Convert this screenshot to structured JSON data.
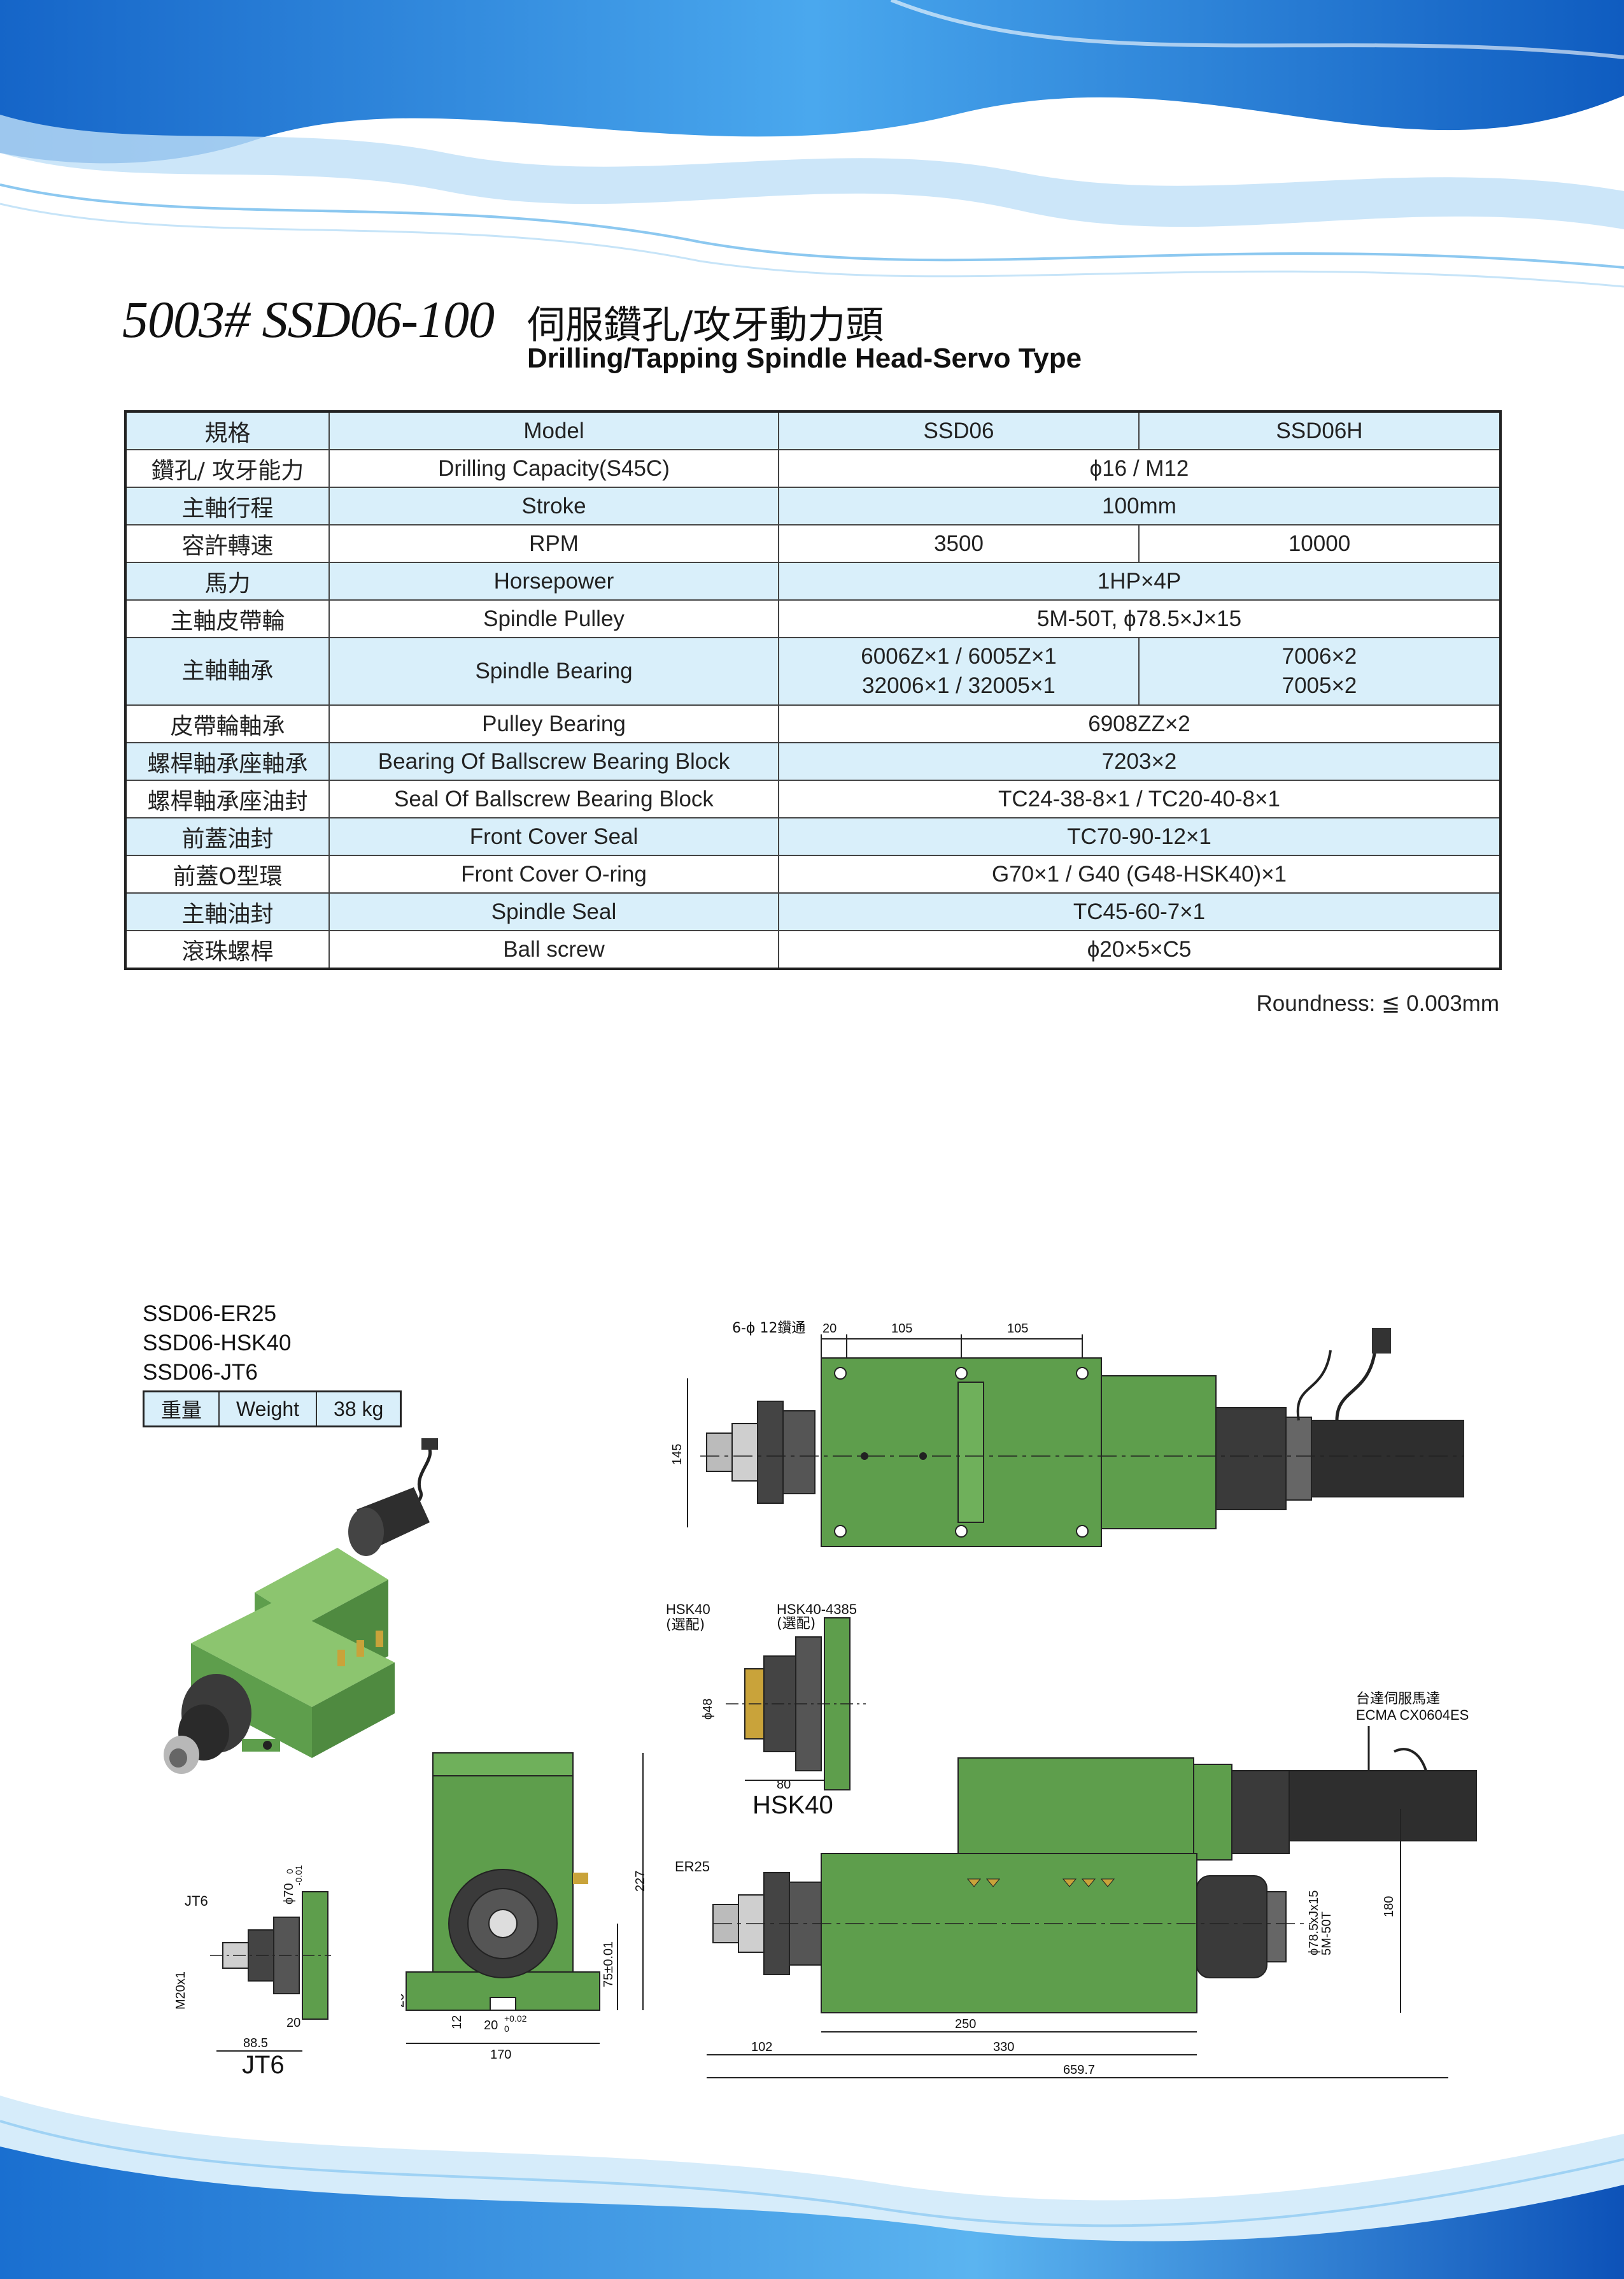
{
  "header": {
    "model_no": "5003# SSD06-100",
    "title_zh": "伺服鑽孔/攻牙動力頭",
    "title_en": "Drilling/Tapping Spindle Head-Servo Type"
  },
  "spec_table": {
    "header": {
      "zh": "規格",
      "en": "Model",
      "col1": "SSD06",
      "col2": "SSD06H"
    },
    "rows": [
      {
        "zh": "鑽孔/ 攻牙能力",
        "en": "Drilling Capacity(S45C)",
        "value": "ϕ16 / M12"
      },
      {
        "zh": "主軸行程",
        "en": "Stroke",
        "value": "100mm"
      },
      {
        "zh": "容許轉速",
        "en": "RPM",
        "v1": "3500",
        "v2": "10000"
      },
      {
        "zh": "馬力",
        "en": "Horsepower",
        "value": "1HP×4P"
      },
      {
        "zh": "主軸皮帶輪",
        "en": "Spindle Pulley",
        "value": "5M-50T,  ϕ78.5×J×15"
      },
      {
        "zh": "主軸軸承",
        "en": "Spindle Bearing",
        "v1a": "6006Z×1 / 6005Z×1",
        "v1b": "32006×1 / 32005×1",
        "v2a": "7006×2",
        "v2b": "7005×2"
      },
      {
        "zh": "皮帶輪軸承",
        "en": "Pulley Bearing",
        "value": "6908ZZ×2"
      },
      {
        "zh": "螺桿軸承座軸承",
        "en": "Bearing Of Ballscrew Bearing Block",
        "value": "7203×2"
      },
      {
        "zh": "螺桿軸承座油封",
        "en": "Seal Of Ballscrew Bearing Block",
        "value": "TC24-38-8×1 / TC20-40-8×1"
      },
      {
        "zh": "前蓋油封",
        "en": "Front Cover Seal",
        "value": "TC70-90-12×1"
      },
      {
        "zh": "前蓋O型環",
        "en": "Front Cover O-ring",
        "value": "G70×1 / G40 (G48-HSK40)×1"
      },
      {
        "zh": "主軸油封",
        "en": "Spindle Seal",
        "value": "TC45-60-7×1"
      },
      {
        "zh": "滾珠螺桿",
        "en": "Ball screw",
        "value": "ϕ20×5×C5"
      }
    ]
  },
  "roundness": "Roundness: ≦ 0.003mm",
  "variants": [
    "SSD06-ER25",
    "SSD06-HSK40",
    "SSD06-JT6"
  ],
  "weight": {
    "zh": "重量",
    "en": "Weight",
    "value": "38 kg"
  },
  "drawings": {
    "top": {
      "holes": "6-ϕ 12鑽通",
      "d20": "20",
      "d105a": "105",
      "d105b": "105",
      "d145": "145"
    },
    "hsk": {
      "hsk40": "HSK40",
      "hsk40_opt": "(選配)",
      "hsk4385": "HSK40-4385",
      "hsk4385_opt": "(選配)",
      "d48": "ϕ48",
      "d80": "80",
      "caption": "HSK40"
    },
    "side": {
      "motor_zh": "台達伺服馬達",
      "motor": "ECMA CX0604ES",
      "er25": "ER25",
      "pulley": "ϕ78.5xJx15",
      "belt": "5M-50T",
      "d180": "180",
      "d250": "250",
      "d102": "102",
      "d330": "330",
      "d6597": "659.7"
    },
    "front": {
      "d227": "227",
      "d75": "75±0.01",
      "d20a": "20",
      "d12": "12",
      "d20b": "20",
      "d20tol": "+0.02",
      "d20tol0": "0",
      "d170": "170"
    },
    "jt6": {
      "label": "JT6",
      "d70": "ϕ70",
      "d70tol": "-0.01",
      "d70tol0": "0",
      "m20": "M20x1",
      "d20": "20",
      "d885": "88.5",
      "caption": "JT6"
    }
  },
  "colors": {
    "header_row": "#d9effa",
    "machine_green": "#5e9e4c",
    "wave_blue": "#1f7ed6"
  }
}
